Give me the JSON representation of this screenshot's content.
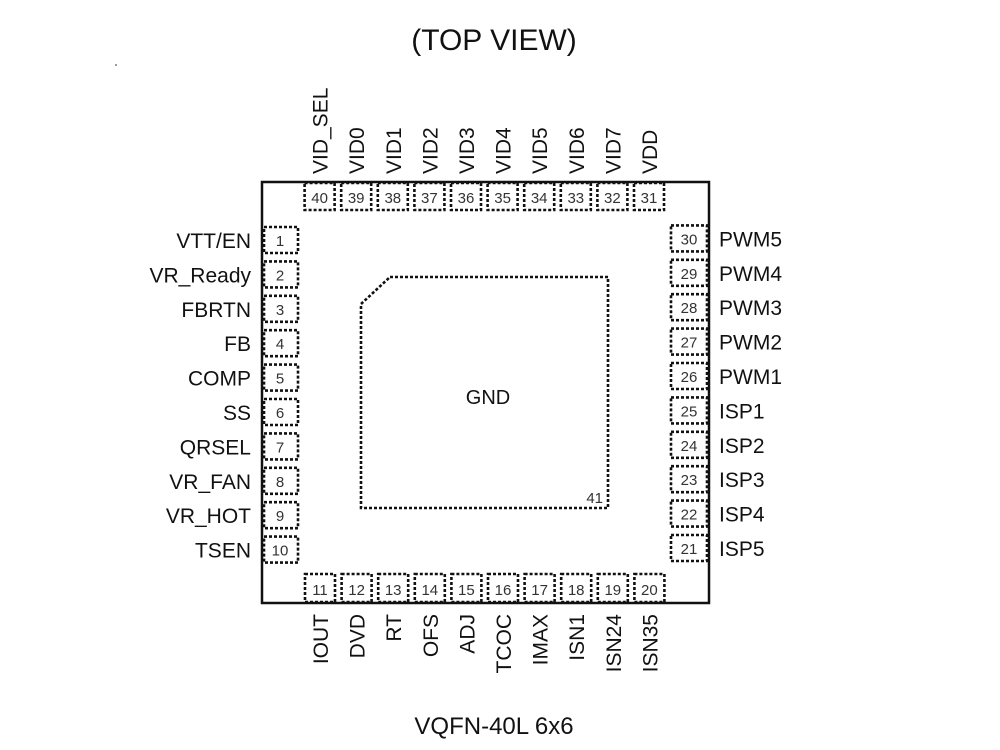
{
  "title": "(TOP VIEW)",
  "package_label": "VQFN-40L 6x6",
  "thermal_pad": {
    "name": "GND",
    "number": "41"
  },
  "pins": {
    "left": [
      {
        "number": "1",
        "name": "VTT/EN"
      },
      {
        "number": "2",
        "name": "VR_Ready"
      },
      {
        "number": "3",
        "name": "FBRTN"
      },
      {
        "number": "4",
        "name": "FB"
      },
      {
        "number": "5",
        "name": "COMP"
      },
      {
        "number": "6",
        "name": "SS"
      },
      {
        "number": "7",
        "name": "QRSEL"
      },
      {
        "number": "8",
        "name": "VR_FAN"
      },
      {
        "number": "9",
        "name": "VR_HOT"
      },
      {
        "number": "10",
        "name": "TSEN"
      }
    ],
    "bottom": [
      {
        "number": "11",
        "name": "IOUT"
      },
      {
        "number": "12",
        "name": "DVD"
      },
      {
        "number": "13",
        "name": "RT"
      },
      {
        "number": "14",
        "name": "OFS"
      },
      {
        "number": "15",
        "name": "ADJ"
      },
      {
        "number": "16",
        "name": "TCOC"
      },
      {
        "number": "17",
        "name": "IMAX"
      },
      {
        "number": "18",
        "name": "ISN1"
      },
      {
        "number": "19",
        "name": "ISN24"
      },
      {
        "number": "20",
        "name": "ISN35"
      }
    ],
    "right": [
      {
        "number": "21",
        "name": "ISP5"
      },
      {
        "number": "22",
        "name": "ISP4"
      },
      {
        "number": "23",
        "name": "ISP3"
      },
      {
        "number": "24",
        "name": "ISP2"
      },
      {
        "number": "25",
        "name": "ISP1"
      },
      {
        "number": "26",
        "name": "PWM1"
      },
      {
        "number": "27",
        "name": "PWM2"
      },
      {
        "number": "28",
        "name": "PWM3"
      },
      {
        "number": "29",
        "name": "PWM4"
      },
      {
        "number": "30",
        "name": "PWM5"
      }
    ],
    "top": [
      {
        "number": "31",
        "name": "VDD"
      },
      {
        "number": "32",
        "name": "VID7"
      },
      {
        "number": "33",
        "name": "VID6"
      },
      {
        "number": "34",
        "name": "VID5"
      },
      {
        "number": "35",
        "name": "VID4"
      },
      {
        "number": "36",
        "name": "VID3"
      },
      {
        "number": "37",
        "name": "VID2"
      },
      {
        "number": "38",
        "name": "VID1"
      },
      {
        "number": "39",
        "name": "VID0"
      },
      {
        "number": "40",
        "name": "VID_SEL"
      }
    ]
  }
}
